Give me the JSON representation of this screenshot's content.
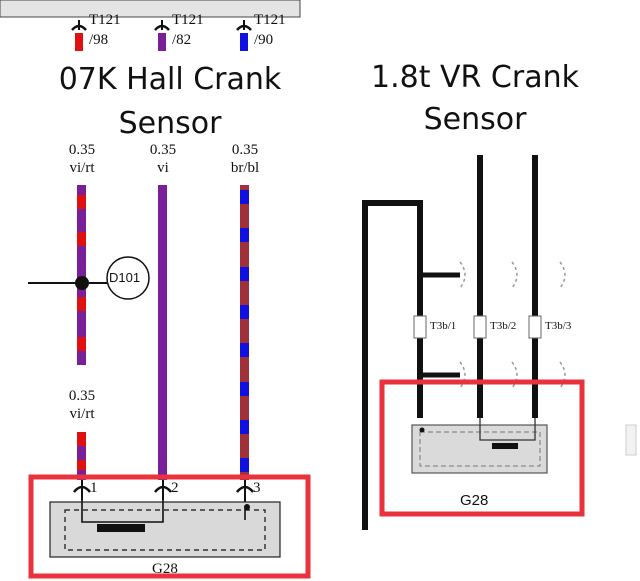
{
  "left_diagram": {
    "title_line1": "07K Hall Crank",
    "title_line2": "Sensor",
    "top_connectors": [
      {
        "conn": "T121",
        "pin": "/98",
        "color": "#e01010"
      },
      {
        "conn": "T121",
        "pin": "/82",
        "color": "#7a1f9a"
      },
      {
        "conn": "T121",
        "pin": "/90",
        "color": "#1010e0"
      }
    ],
    "wires": [
      {
        "gauge": "0.35",
        "code": "vi/rt",
        "colors": [
          "#7a1f9a",
          "#e01010"
        ]
      },
      {
        "gauge": "0.35",
        "code": "vi",
        "colors": [
          "#7a1f9a"
        ]
      },
      {
        "gauge": "0.35",
        "code": "br/bl",
        "colors": [
          "#a0303a",
          "#1010e0"
        ]
      }
    ],
    "lower_wire_label": {
      "gauge": "0.35",
      "code": "vi/rt"
    },
    "splice": "D101",
    "sensor_pins": [
      "1",
      "2",
      "3"
    ],
    "component": "G28",
    "highlight_color": "#e8323c"
  },
  "right_diagram": {
    "title_line1": "1.8t VR Crank",
    "title_line2": "Sensor",
    "connectors": [
      "T3b/1",
      "T3b/2",
      "T3b/3"
    ],
    "component": "G28",
    "highlight_color": "#e8323c"
  }
}
